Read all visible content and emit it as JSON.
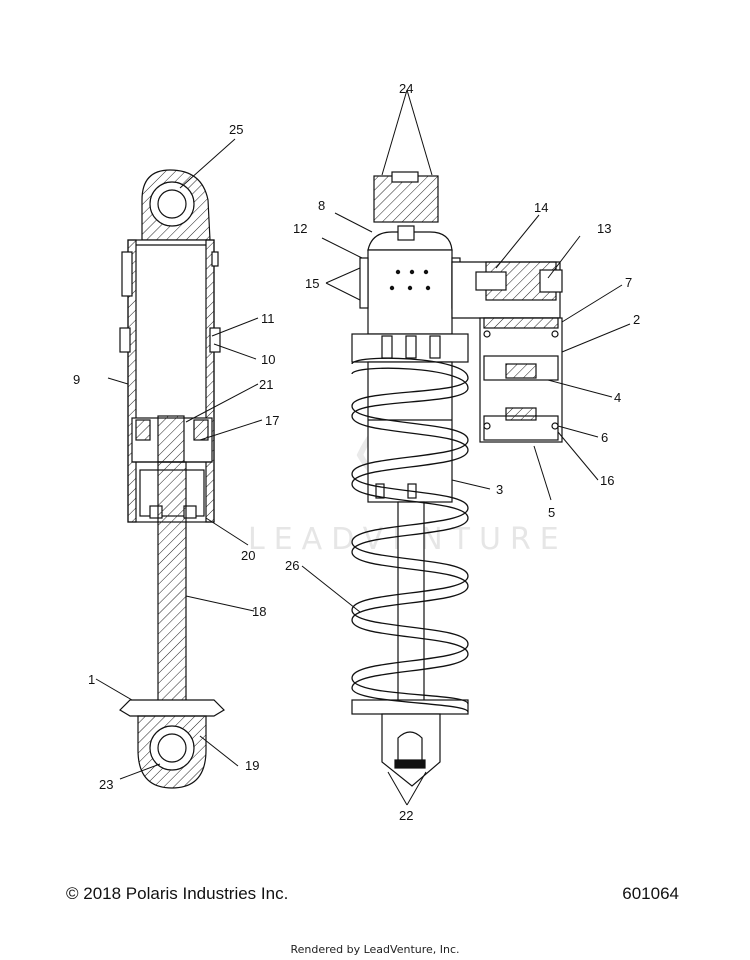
{
  "callouts": [
    "1",
    "2",
    "3",
    "4",
    "5",
    "6",
    "7",
    "8",
    "9",
    "10",
    "11",
    "12",
    "13",
    "14",
    "15",
    "16",
    "17",
    "18",
    "19",
    "20",
    "21",
    "22",
    "23",
    "24",
    "25",
    "26"
  ],
  "watermark_text": "LEADVENTURE",
  "footer": {
    "copyright": "© 2018 Polaris Industries Inc.",
    "diagram_id": "601064",
    "rendered_by": "Rendered by LeadVenture, Inc."
  }
}
